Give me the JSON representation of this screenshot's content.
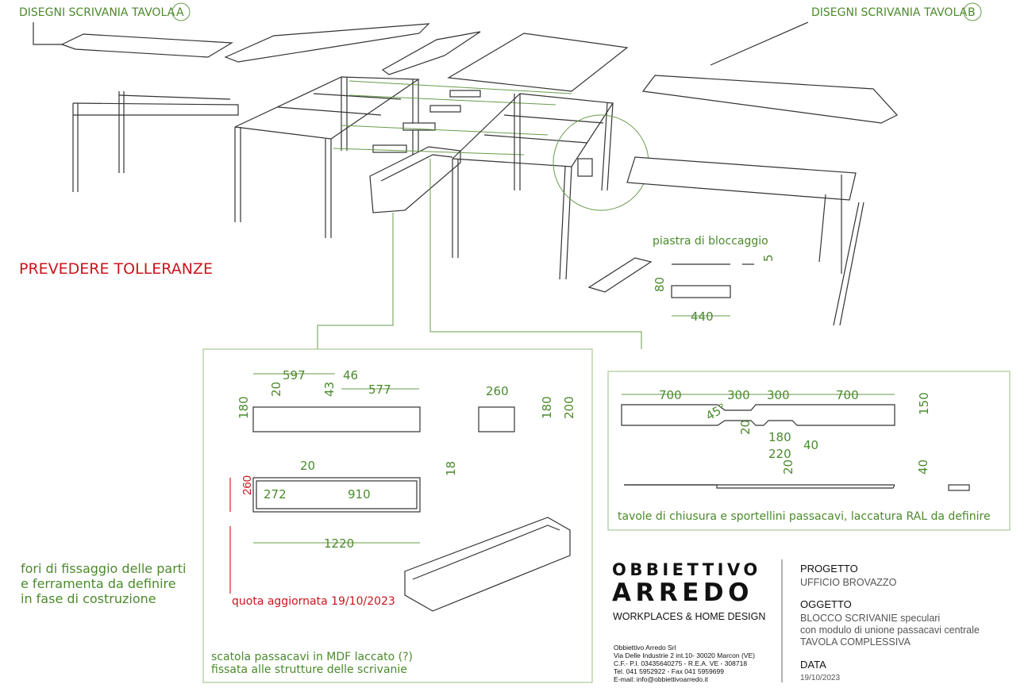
{
  "headings": {
    "tavola_a": "DISEGNI SCRIVANIA TAVOLA",
    "tavola_a_badge": "A",
    "tavola_b": "DISEGNI SCRIVANIA TAVOLA",
    "tavola_b_badge": "B"
  },
  "notes": {
    "tolleranze": "PREVEDERE TOLLERANZE",
    "piastra": "piastra di bloccaggio",
    "fori_1": "fori di fissaggio delle parti",
    "fori_2": "e ferramenta da definire",
    "fori_3": "in fase di costruzione",
    "quota": "quota aggiornata 19/10/2023",
    "scatola_1": "scatola passacavi in MDF laccato (?)",
    "scatola_2": "fissata alle strutture delle scrivanie",
    "tavole": "tavole di chiusura e sportellini passacavi, laccatura RAL da definire"
  },
  "piastra_dims": {
    "thickness": "5",
    "height": "80",
    "length": "440"
  },
  "box_dims": {
    "d597": "597",
    "d46": "46",
    "d577": "577",
    "d20a": "20",
    "d43": "43",
    "d180": "180",
    "d260top": "260",
    "d180b": "180",
    "d200": "200",
    "d20b": "20",
    "d18": "18",
    "d260": "260",
    "d272": "272",
    "d910": "910",
    "d1220": "1220"
  },
  "panel_dims": {
    "d700a": "700",
    "d300a": "300",
    "d300b": "300",
    "d700b": "700",
    "d45": "45°",
    "d20": "20",
    "d180": "180",
    "d220": "220",
    "d40": "40",
    "d150": "150",
    "d20b": "20",
    "d40b": "40"
  },
  "title_block": {
    "logo_line1": "OBBIETTIVO",
    "logo_line2": "ARREDO",
    "tagline": "WORKPLACES & HOME DESIGN",
    "company": "Obbiettivo Arredo Srl",
    "address": "Via Delle Industrie 2 int.10- 30020 Marcon (VE)",
    "fiscal": "C.F.- P.I. 03435640275  - R.E.A. VE - 308718",
    "phone": "Tel. 041 5952922 - Fax 041 5959699",
    "email": "E-mail: info@obbiettivoarredo.it",
    "progetto_label": "PROGETTO",
    "progetto_value": "UFFICIO BROVAZZO",
    "oggetto_label": "OGGETTO",
    "oggetto_line1": "BLOCCO SCRIVANIE speculari",
    "oggetto_line2": "con modulo di unione passacavi centrale",
    "oggetto_line3": "TAVOLA COMPLESSIVA",
    "data_label": "DATA",
    "data_value": "19/10/2023"
  },
  "colors": {
    "green": "#4b8a2c",
    "red": "#c8161d",
    "panel_border": "#a8c898"
  }
}
